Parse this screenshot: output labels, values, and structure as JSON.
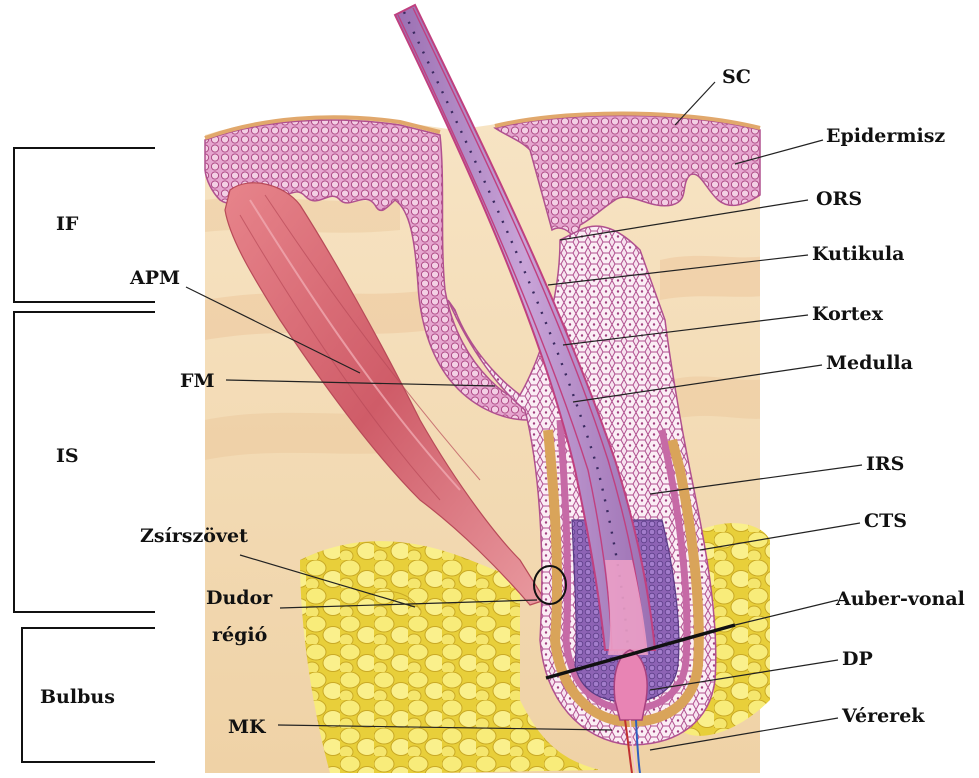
{
  "region_labels": {
    "if": "IF",
    "is": "IS",
    "bulbus": "Bulbus"
  },
  "left_labels": {
    "apm": "APM",
    "fm": "FM",
    "fat": "Zsírszövet",
    "bulge_line1": "Dudor",
    "bulge_line2": "régió",
    "mk": "MK"
  },
  "right_labels": {
    "sc": "SC",
    "epidermis": "Epidermisz",
    "ors": "ORS",
    "cuticle": "Kutikula",
    "cortex": "Kortex",
    "medulla": "Medulla",
    "irs": "IRS",
    "cts": "CTS",
    "auber": "Auber-vonal",
    "dp": "DP",
    "vessels": "Vérerek"
  },
  "colors": {
    "dermis": "#f3d9b5",
    "dermis_band": "#e9c59c",
    "epidermis": "#e6a6cf",
    "cell_outline": "#b0508f",
    "ors_fill": "#f4ddea",
    "irs": "#c66aa6",
    "cts": "#d9a45a",
    "shaft": "#b388c4",
    "cuticle": "#c0407f",
    "muscle": "#d96b74",
    "fat": "#f3e04a",
    "papilla": "#e884b4",
    "bulb": "#8d63b5",
    "leader": "#222222"
  }
}
